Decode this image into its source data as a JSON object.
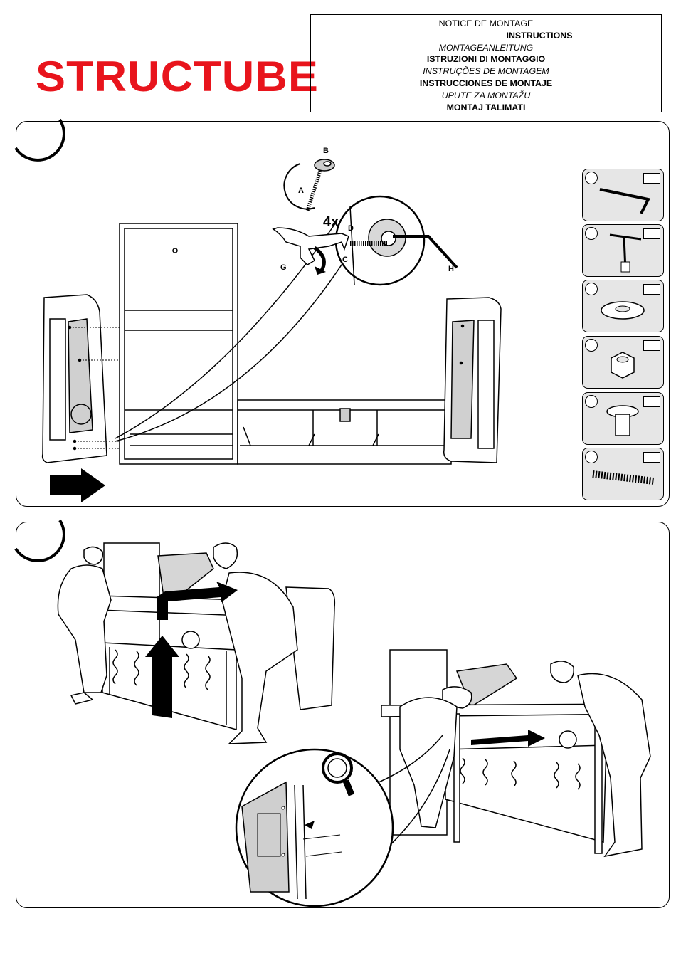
{
  "brand": "STRUCTUBE",
  "brand_color": "#e8141c",
  "title_lines": [
    "NOTICE DE MONTAGE",
    "INSTRUCTIONS",
    "MONTAGEANLEITUNG",
    "ISTRUZIONI DI MONTAGGIO",
    "INSTRUÇÕES DE MONTAGEM",
    "INSTRUCCIONES DE MONTAJE",
    "UPUTE ZA MONTAŽU",
    "MONTAJ TALIMATI"
  ],
  "step1": {
    "quantity": "4x",
    "part_labels": {
      "a": "A",
      "b": "B",
      "c": "C",
      "d": "D",
      "g": "G",
      "h": "H"
    },
    "hardware_icons": [
      "allen-key-icon",
      "t-wrench-icon",
      "washer-icon",
      "hex-nut-icon",
      "barrel-nut-icon",
      "threaded-rod-icon"
    ]
  }
}
